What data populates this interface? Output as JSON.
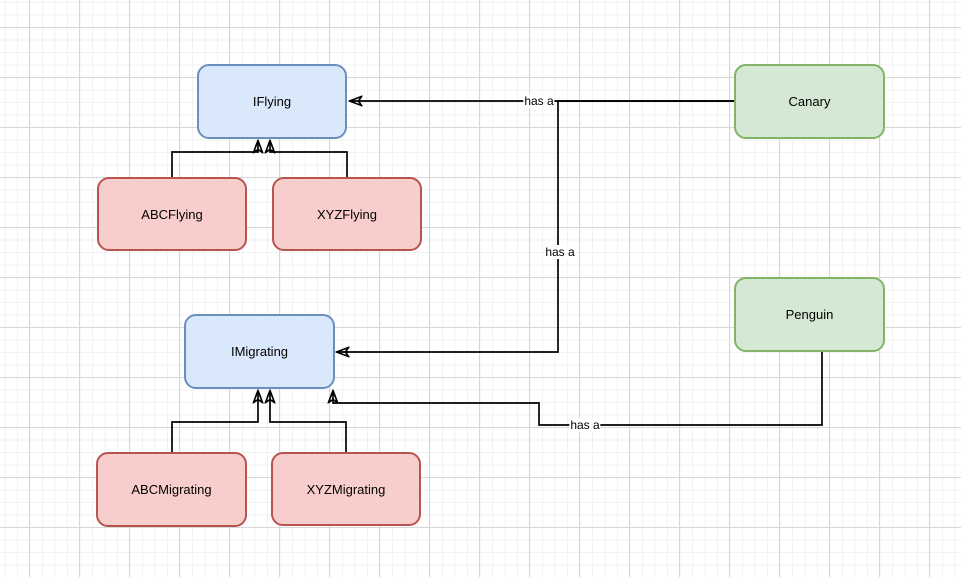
{
  "diagram": {
    "nodes": {
      "iflying": {
        "label": "IFlying",
        "fill": "#dae8fc",
        "stroke": "#6c8ebf"
      },
      "abcflying": {
        "label": "ABCFlying",
        "fill": "#f8cecc",
        "stroke": "#b85450"
      },
      "xyzflying": {
        "label": "XYZFlying",
        "fill": "#f8cecc",
        "stroke": "#b85450"
      },
      "canary": {
        "label": "Canary",
        "fill": "#d5e8d4",
        "stroke": "#82b366"
      },
      "imigrating": {
        "label": "IMigrating",
        "fill": "#dae8fc",
        "stroke": "#6c8ebf"
      },
      "abcmigrating": {
        "label": "ABCMigrating",
        "fill": "#f8cecc",
        "stroke": "#b85450"
      },
      "xyzmigrating": {
        "label": "XYZMigrating",
        "fill": "#f8cecc",
        "stroke": "#b85450"
      },
      "penguin": {
        "label": "Penguin",
        "fill": "#d5e8d4",
        "stroke": "#82b366"
      }
    },
    "edges": {
      "abcflying_iflying": {
        "from": "ABCFlying",
        "to": "IFlying",
        "label": ""
      },
      "xyzflying_iflying": {
        "from": "XYZFlying",
        "to": "IFlying",
        "label": ""
      },
      "canary_iflying": {
        "from": "Canary",
        "to": "IFlying",
        "label": "has a"
      },
      "canary_imigrating": {
        "from": "Canary",
        "to": "IMigrating",
        "label": "has a"
      },
      "abcmigrating_imigrating": {
        "from": "ABCMigrating",
        "to": "IMigrating",
        "label": ""
      },
      "xyzmigrating_imigrating": {
        "from": "XYZMigrating",
        "to": "IMigrating",
        "label": ""
      },
      "penguin_imigrating": {
        "from": "Penguin",
        "to": "IMigrating",
        "label": "has a"
      }
    },
    "colors": {
      "background": "#ffffff",
      "grid_minor": "#f2f2f2",
      "grid_major": "#d7d7d7",
      "edge_stroke": "#000000",
      "interface_fill": "#dae8fc",
      "interface_stroke": "#6c8ebf",
      "implementation_fill": "#f8cecc",
      "implementation_stroke": "#b85450",
      "class_fill": "#d5e8d4",
      "class_stroke": "#82b366"
    }
  }
}
